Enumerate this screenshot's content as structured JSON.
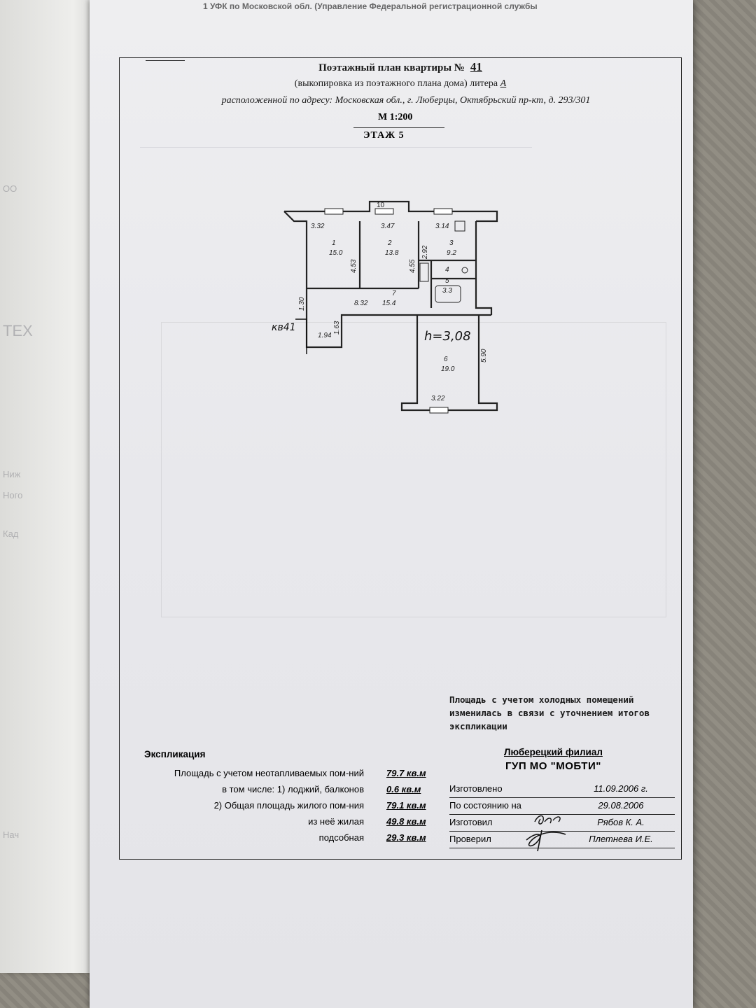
{
  "header": {
    "strip": "1 УФК по Московской обл. (Управление Федеральной регистрационной службы",
    "title": "Поэтажный план квартиры №",
    "apartment_number": "41",
    "subtitle": "(выкопировка из поэтажного плана дома) литера",
    "litera": "А",
    "address": "расположенной по адресу: Московская обл., г. Люберцы, Октябрьский пр-кт, д. 293/301",
    "scale": "М 1:200",
    "floor": "ЭТАЖ   5"
  },
  "plan": {
    "apartment_mark": "кв41",
    "height_mark": "h=3,08",
    "rooms": [
      {
        "num": "1",
        "area": "15.0"
      },
      {
        "num": "2",
        "area": "13.8"
      },
      {
        "num": "3",
        "area": "9.2"
      },
      {
        "num": "4",
        "area": ""
      },
      {
        "num": "5",
        "area": "3.3"
      },
      {
        "num": "6",
        "area": "19.0"
      },
      {
        "num": "7",
        "area": "15.4"
      }
    ],
    "dimensions": [
      "10",
      "3.32",
      "3.47",
      "3.14",
      "4.53",
      "4.55",
      "2.92",
      "8.32",
      "1.94",
      "1.63",
      "1.30",
      "5.90",
      "3.22"
    ]
  },
  "note": "Площадь с учетом холодных помещений изменилась в связи с уточнением итогов экспликации",
  "explication": {
    "heading": "Экспликация",
    "rows": [
      {
        "label": "Площадь с учетом неотапливаемых пом-ний",
        "value": "79.7 кв.м"
      },
      {
        "label": "в том числе: 1) лоджий, балконов",
        "value": "0.6 кв.м"
      },
      {
        "label": "2) Общая площадь жилого пом-ния",
        "value": "79.1 кв.м"
      },
      {
        "label": "из неё жилая",
        "value": "49.8 кв.м"
      },
      {
        "label": "подсобная",
        "value": "29.3 кв.м"
      }
    ]
  },
  "organization": {
    "branch": "Люберецкий филиал",
    "name": "ГУП МО \"МОБТИ\"",
    "rows": [
      {
        "label": "Изготовлено",
        "value": "11.09.2006 г."
      },
      {
        "label": "По состоянию на",
        "value": "29.08.2006"
      },
      {
        "label": "Изготовил",
        "value": "Рябов К. А."
      },
      {
        "label": "Проверил",
        "value": "Плетнева И.Е."
      }
    ]
  }
}
